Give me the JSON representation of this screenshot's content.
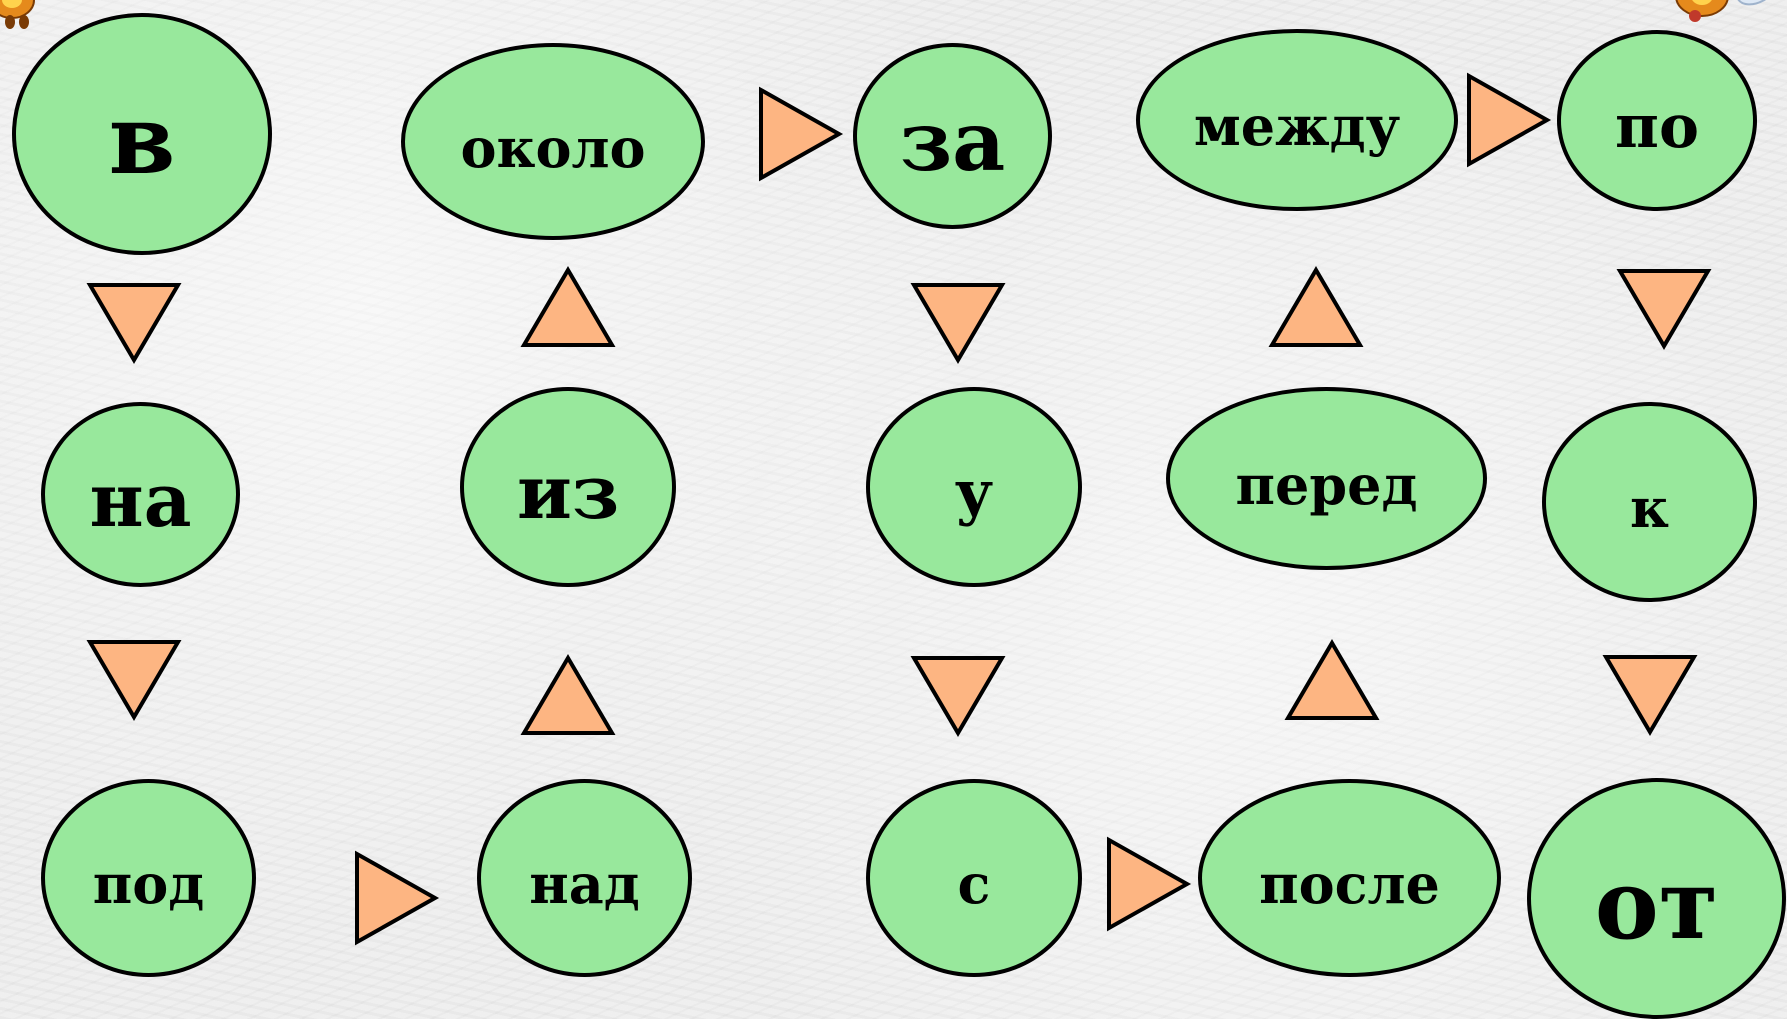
{
  "colors": {
    "node_fill": "#98e89c",
    "arrow_fill": "#fdb582",
    "outline": "#000000"
  },
  "nodes": {
    "v": "в",
    "na": "на",
    "pod": "под",
    "nad": "над",
    "iz": "из",
    "okolo": "около",
    "za": "за",
    "u": "у",
    "s": "с",
    "posle": "после",
    "pered": "перед",
    "mezhdu": "между",
    "po": "по",
    "k": "к",
    "ot": "от"
  },
  "path_order": [
    "в",
    "на",
    "под",
    "над",
    "из",
    "около",
    "за",
    "у",
    "с",
    "после",
    "перед",
    "между",
    "по",
    "к",
    "от"
  ],
  "arrows": [
    {
      "from": "в",
      "to": "на",
      "icon": "triangle-down-icon"
    },
    {
      "from": "на",
      "to": "под",
      "icon": "triangle-down-icon"
    },
    {
      "from": "под",
      "to": "над",
      "icon": "triangle-right-icon"
    },
    {
      "from": "над",
      "to": "из",
      "icon": "triangle-up-icon"
    },
    {
      "from": "из",
      "to": "около",
      "icon": "triangle-up-icon"
    },
    {
      "from": "около",
      "to": "за",
      "icon": "triangle-right-icon"
    },
    {
      "from": "за",
      "to": "у",
      "icon": "triangle-down-icon"
    },
    {
      "from": "у",
      "to": "с",
      "icon": "triangle-down-icon"
    },
    {
      "from": "с",
      "to": "после",
      "icon": "triangle-right-icon"
    },
    {
      "from": "после",
      "to": "перед",
      "icon": "triangle-up-icon"
    },
    {
      "from": "перед",
      "to": "между",
      "icon": "triangle-up-icon"
    },
    {
      "from": "между",
      "to": "по",
      "icon": "triangle-right-icon"
    },
    {
      "from": "по",
      "to": "к",
      "icon": "triangle-down-icon"
    },
    {
      "from": "к",
      "to": "от",
      "icon": "triangle-down-icon"
    }
  ],
  "decorations": [
    "bee-icon",
    "bee-icon"
  ]
}
